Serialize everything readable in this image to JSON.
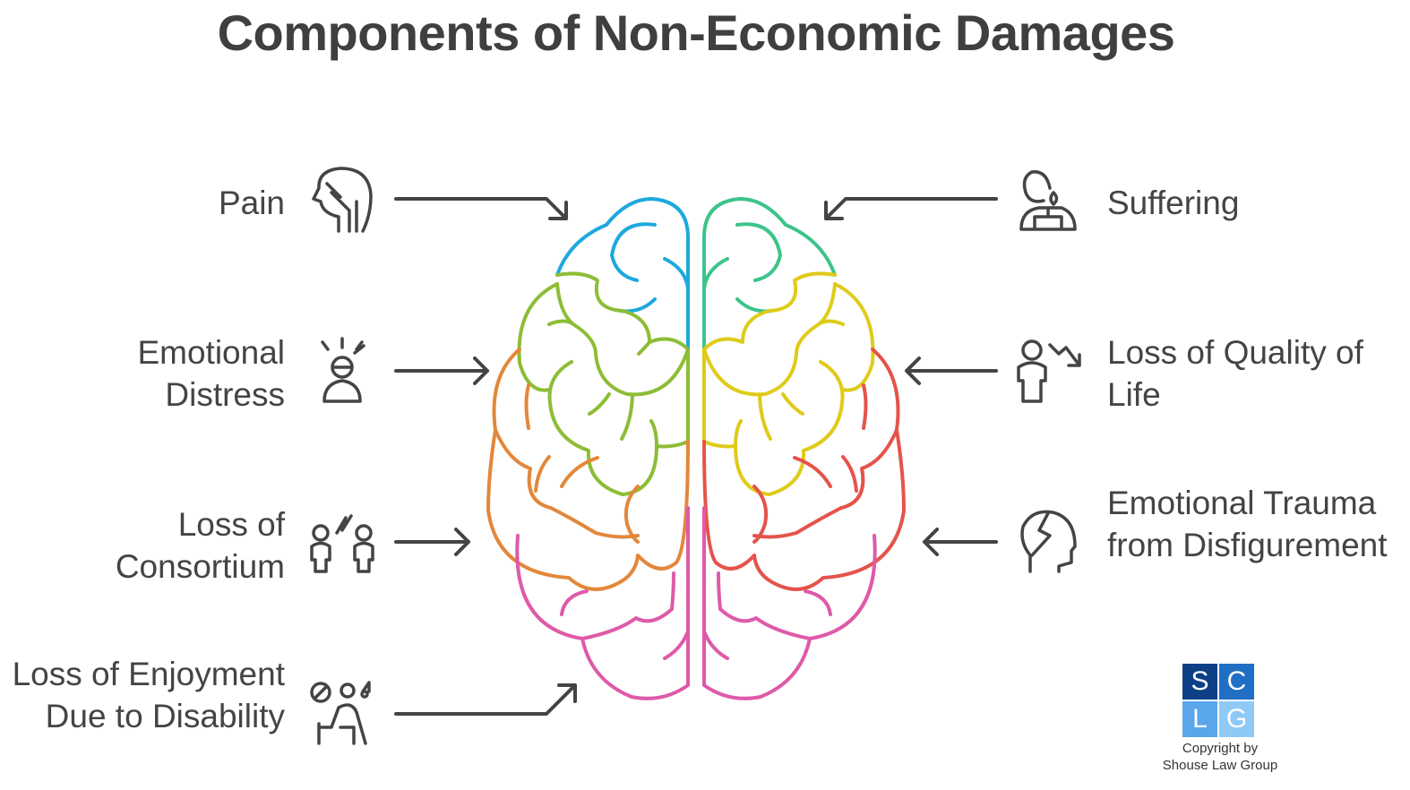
{
  "title": "Components of Non-Economic Damages",
  "left_items": [
    {
      "label": "Pain",
      "icon": "head-pain-icon"
    },
    {
      "label": "Emotional Distress",
      "icon": "distressed-person-icon"
    },
    {
      "label": "Loss of Consortium",
      "icon": "couple-icon"
    },
    {
      "label": "Loss of Enjoyment Due to Disability",
      "icon": "wheelchair-person-icon"
    }
  ],
  "right_items": [
    {
      "label": "Suffering",
      "icon": "crying-person-icon"
    },
    {
      "label": "Loss of Quality of Life",
      "icon": "person-decline-icon"
    },
    {
      "label": "Emotional Trauma from Disfigurement",
      "icon": "broken-head-icon"
    }
  ],
  "logo": {
    "letters": [
      "S",
      "C",
      "L",
      "G"
    ],
    "colors": [
      "#0d3f86",
      "#1f6fc4",
      "#5aa6ea",
      "#8fcaf7"
    ]
  },
  "copyright": [
    "Copyright by",
    "Shouse Law Group"
  ],
  "colors": {
    "blue": "#1ea8de",
    "green_left": "#8dbd35",
    "orange": "#e3873a",
    "pink": "#de5aa8",
    "teal": "#3cc48a",
    "yellow": "#dfcb1a",
    "red": "#e5534b",
    "ink": "#444444"
  }
}
